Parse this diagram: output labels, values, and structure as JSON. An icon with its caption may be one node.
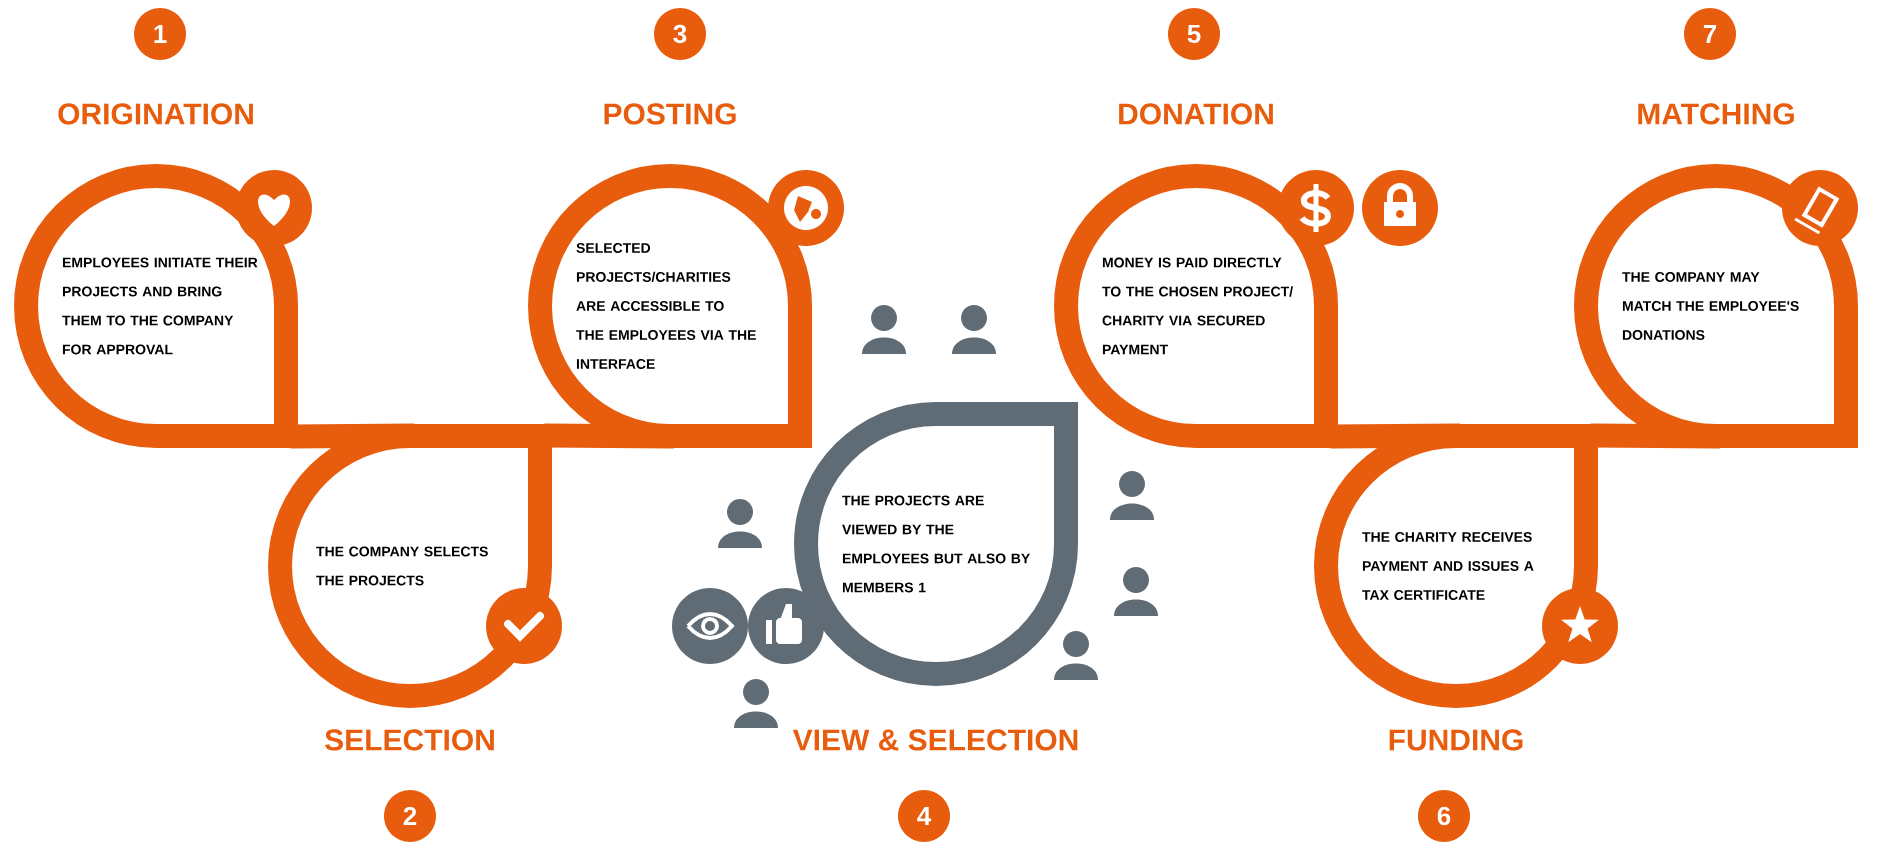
{
  "diagram": {
    "nodes": [
      {
        "text": [
          "ORIGINATION",
          "EMPLOYEES INITIATE THEIR PROJECTS AND BRING THEM TO THE COMPANY FOR APPROVAL"
        ]
      },
      {
        "text": [
          "THE COMPANY SELECTS THE PROJECTS",
          "SELECTION"
        ]
      },
      {
        "text": [
          "POSTING",
          "SELECTED PROJECTS/CHARITIES ARE ACCESSIBLE TO THE EMPLOYEES VIA THE INTERFACE"
        ]
      },
      {
        "text": [
          "THE PROJECTS ARE VIEWED BY THE EMPLOYEES BUT ALSO BY MEMBERS 1",
          "VIEW & SELECTION"
        ]
      },
      {
        "text": [
          "DONATION",
          "MONEY IS PAID DIRECTLY TO THE CHOSEN PROJECT/ CHARITY VIA SECURED PAYMENT"
        ]
      },
      {
        "text": [
          "THE CHARITY RECEIVES PAYMENT AND ISSUES A TAX CERTIFICATE",
          "FUNDING"
        ]
      },
      {
        "text": [
          "MATCHING",
          "THE COMPANY MAY MATCH THE EMPLOYEE'S DONATIONS"
        ]
      },
      {
        "text": [
          "1"
        ]
      },
      {
        "text": [
          "2"
        ]
      },
      {
        "text": [
          "3"
        ]
      },
      {
        "text": [
          "4"
        ]
      },
      {
        "text": [
          "5"
        ]
      },
      {
        "text": [
          "6"
        ]
      },
      {
        "text": [
          "7"
        ]
      }
    ],
    "edges": [
      {
        "from": 0,
        "to": 1,
        "arrow": "none"
      },
      {
        "from": 1,
        "to": 2,
        "arrow": "none"
      },
      {
        "from": 4,
        "to": 5,
        "arrow": "none"
      },
      {
        "from": 5,
        "to": 6,
        "arrow": "none"
      }
    ]
  }
}
